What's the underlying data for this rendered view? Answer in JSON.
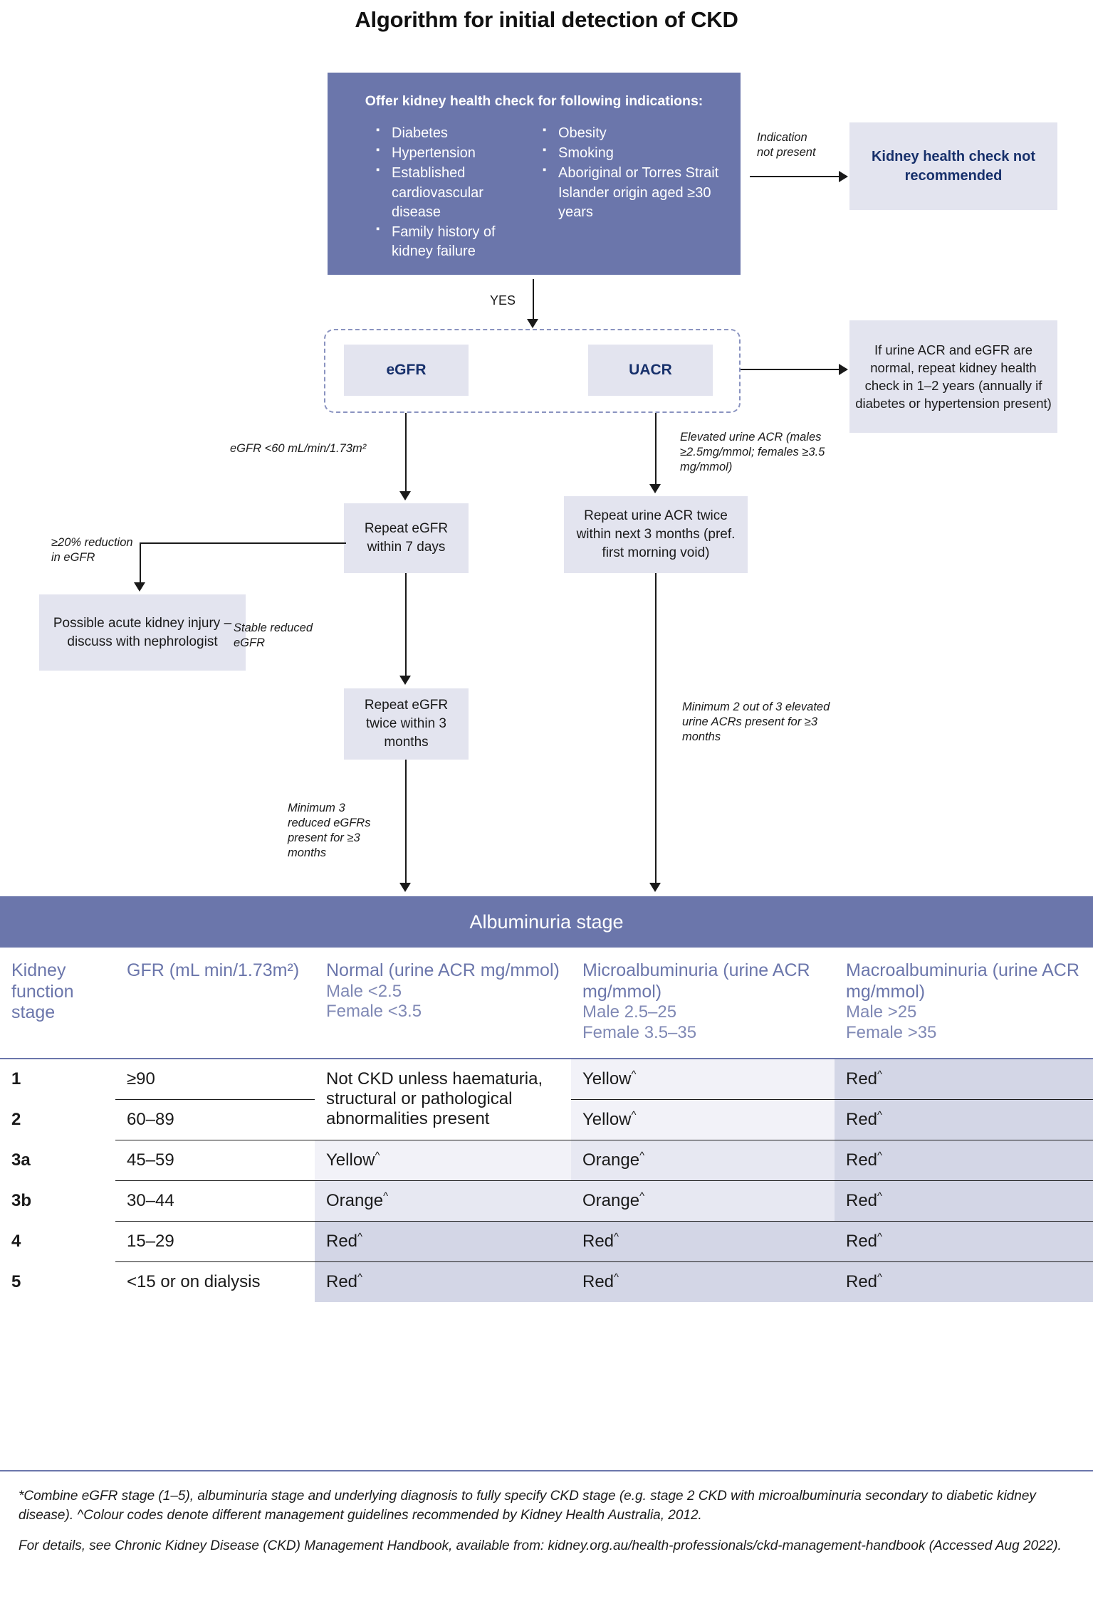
{
  "title": "Algorithm for initial detection of CKD",
  "indications": {
    "heading": "Offer kidney health check for following indications:",
    "left_items": [
      "Diabetes",
      "Hypertension",
      "Established cardiovascular disease",
      "Family history of kidney failure"
    ],
    "right_items": [
      "Obesity",
      "Smoking",
      "Aboriginal or Torres Strait Islander origin aged ≥30 years"
    ]
  },
  "flow": {
    "indication_not_present_label": "Indication\nnot present",
    "kidney_health_not_recommended": "Kidney health check not recommended",
    "yes_label": "YES",
    "egfr_label": "eGFR",
    "uacr_label": "UACR",
    "repeat_if_normal": "If urine ACR and eGFR are normal, repeat kidney health check in 1–2 years (annually if diabetes or hypertension present)",
    "egfr_threshold_label": "eGFR <60 mL/min/1.73m²",
    "elevated_acr_label": "Elevated urine ACR (males ≥2.5mg/mmol; females ≥3.5 mg/mmol)",
    "repeat_egfr_7days": "Repeat eGFR within 7 days",
    "repeat_acr_twice": "Repeat urine ACR twice within next 3 months (pref. first morning void)",
    "reduction_label": "≥20% reduction in eGFR",
    "aki_box": "Possible acute kidney injury – discuss with nephrologist",
    "stable_reduced_label": "Stable reduced eGFR",
    "repeat_egfr_twice": "Repeat eGFR twice within 3 months",
    "minimum3_label": "Minimum 3 reduced eGFRs present for ≥3 months",
    "minimum2_label": "Minimum 2 out of 3 elevated urine ACRs present for ≥3 months"
  },
  "table": {
    "banner": "Albuminuria stage",
    "headers": [
      {
        "strong": "Kidney function stage",
        "sub": ""
      },
      {
        "strong": "GFR (mL min/1.73m²)",
        "sub": ""
      },
      {
        "strong": "Normal (urine ACR mg/mmol)",
        "sub": "Male <2.5\nFemale <3.5"
      },
      {
        "strong": "Microalbuminuria (urine ACR mg/mmol)",
        "sub": "Male 2.5–25\nFemale 3.5–35"
      },
      {
        "strong": "Macroalbuminuria (urine ACR mg/mmol)",
        "sub": "Male >25\nFemale >35"
      }
    ],
    "not_ckd_note": "Not CKD unless haematuria, structural or pathological abnormalities present",
    "rows": [
      {
        "stage": "1",
        "gfr": "≥90",
        "normal": "",
        "micro": "Yellow",
        "macro": "Red"
      },
      {
        "stage": "2",
        "gfr": "60–89",
        "normal": "",
        "micro": "Yellow",
        "macro": "Red"
      },
      {
        "stage": "3a",
        "gfr": "45–59",
        "normal": "Yellow",
        "micro": "Orange",
        "macro": "Red"
      },
      {
        "stage": "3b",
        "gfr": "30–44",
        "normal": "Orange",
        "micro": "Orange",
        "macro": "Red"
      },
      {
        "stage": "4",
        "gfr": "15–29",
        "normal": "Red",
        "micro": "Red",
        "macro": "Red"
      },
      {
        "stage": "5",
        "gfr": "<15 or on dialysis",
        "normal": "Red",
        "micro": "Red",
        "macro": "Red"
      }
    ]
  },
  "footnotes": {
    "note1": "*Combine eGFR stage (1–5), albuminuria stage and underlying diagnosis to fully specify CKD stage (e.g. stage 2 CKD with microalbuminuria secondary to diabetic kidney disease). ^Colour codes denote different management guidelines recommended by Kidney Health Australia, 2012.",
    "note2": "For details, see Chronic Kidney Disease (CKD) Management Handbook, available from: kidney.org.au/health-professionals/ckd-management-handbook (Accessed Aug 2022)."
  },
  "colors": {
    "brand_purple": "#6b76ab",
    "lavender": "#e3e4ef",
    "navy": "#17306b",
    "shade_yellow": "#f2f2f8",
    "shade_orange": "#e7e8f2",
    "shade_red": "#d3d6e6"
  }
}
